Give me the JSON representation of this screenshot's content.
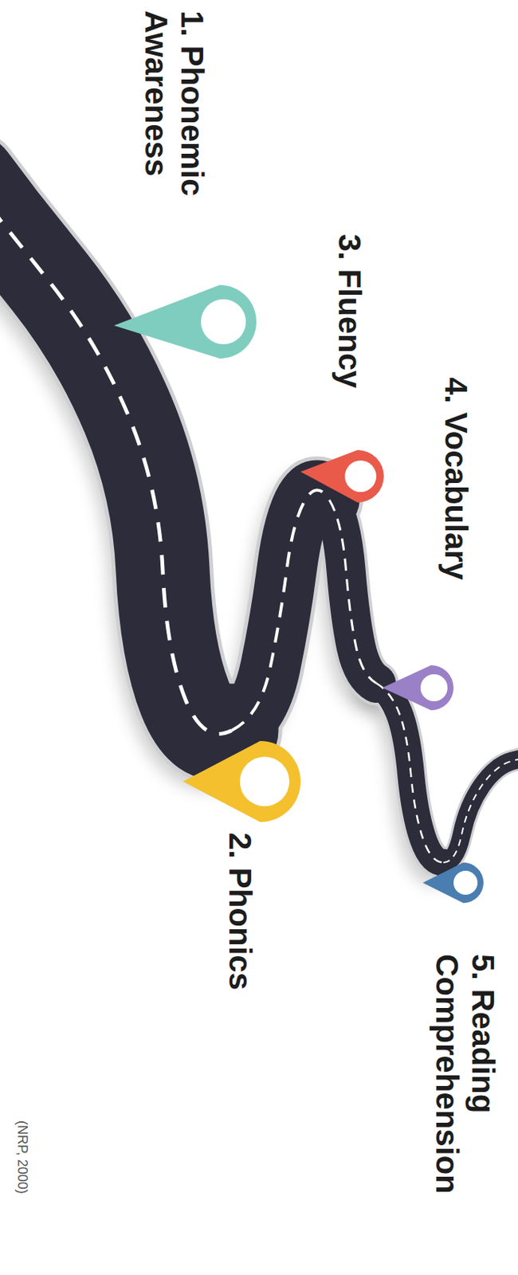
{
  "diagram": {
    "labels": [
      "1. Phonemic Awareness",
      "2. Phonics",
      "3. Fluency",
      "4. Vocabulary",
      "5. Reading Comprehension",
      "(NRP, 2000)"
    ]
  }
}
